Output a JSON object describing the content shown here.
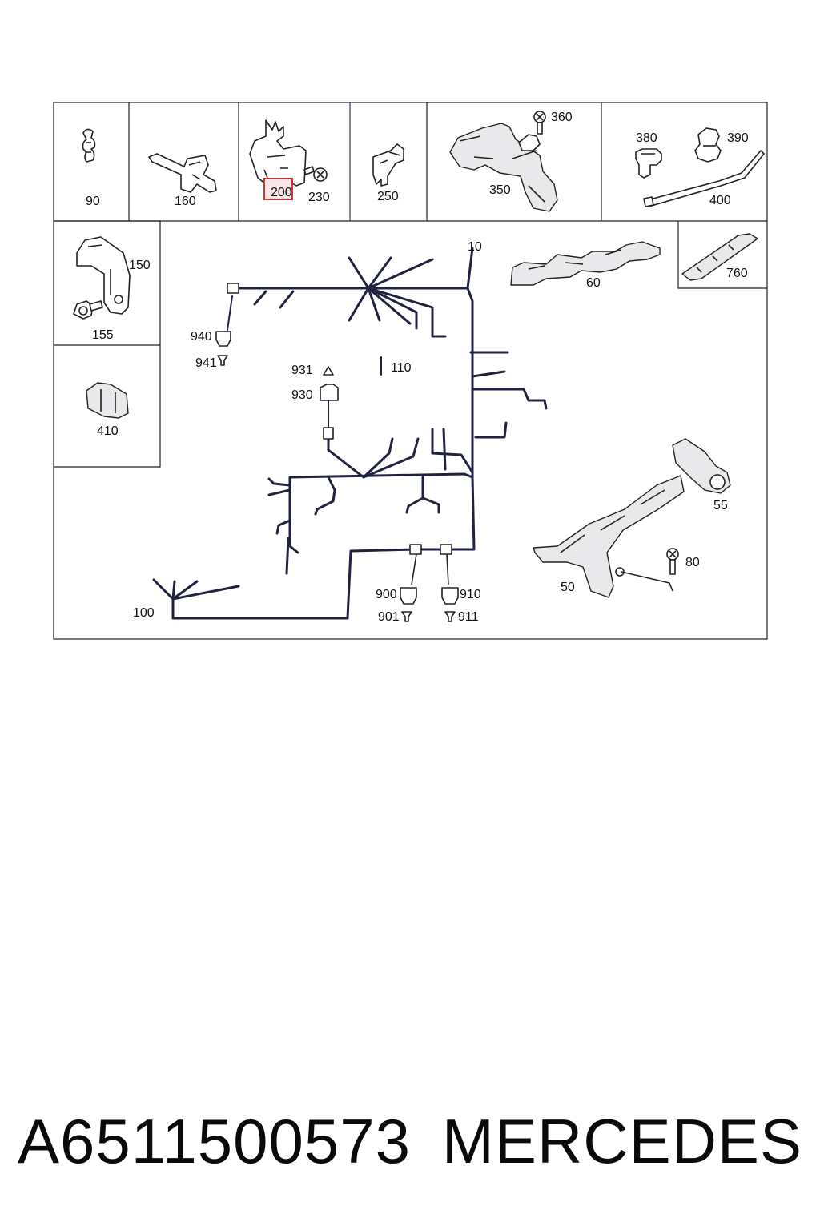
{
  "diagram": {
    "labels": {
      "p90": "90",
      "p160": "160",
      "p200": "200",
      "p230": "230",
      "p250": "250",
      "p350": "350",
      "p360": "360",
      "p380": "380",
      "p390": "390",
      "p400": "400",
      "p150": "150",
      "p155": "155",
      "p410": "410",
      "p10": "10",
      "p60": "60",
      "p760": "760",
      "p940": "940",
      "p941": "941",
      "p931": "931",
      "p930": "930",
      "p110": "110",
      "p55": "55",
      "p80": "80",
      "p50": "50",
      "p100": "100",
      "p900": "900",
      "p901": "901",
      "p910": "910",
      "p911": "911"
    },
    "highlighted_part": "200",
    "highlight_color": "#d0343b"
  },
  "footer": {
    "part_number": "A6511500573",
    "brand": "MERCEDES"
  }
}
